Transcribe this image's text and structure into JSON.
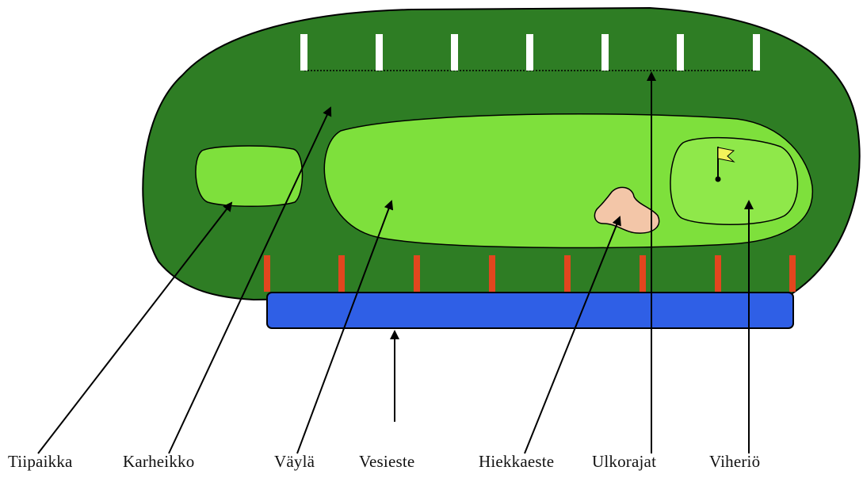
{
  "labels": {
    "tee": "Tiipaikka",
    "rough": "Karheikko",
    "fairway": "Väylä",
    "water": "Vesieste",
    "bunker": "Hiekkaeste",
    "out_of_bounds": "Ulkorajat",
    "green": "Viheriö"
  },
  "colors": {
    "rough": "#2e7d24",
    "fairway": "#7ee03c",
    "tee": "#7ee03c",
    "green": "#8fe84a",
    "bunker": "#f3c6a8",
    "water": "#2f5fe6",
    "water_hazard_stakes": "#e2461e",
    "ob_stakes": "#ffffff",
    "flag": "#f3f35a",
    "outline": "#000000"
  },
  "icons": {
    "flag": "flag-icon"
  }
}
